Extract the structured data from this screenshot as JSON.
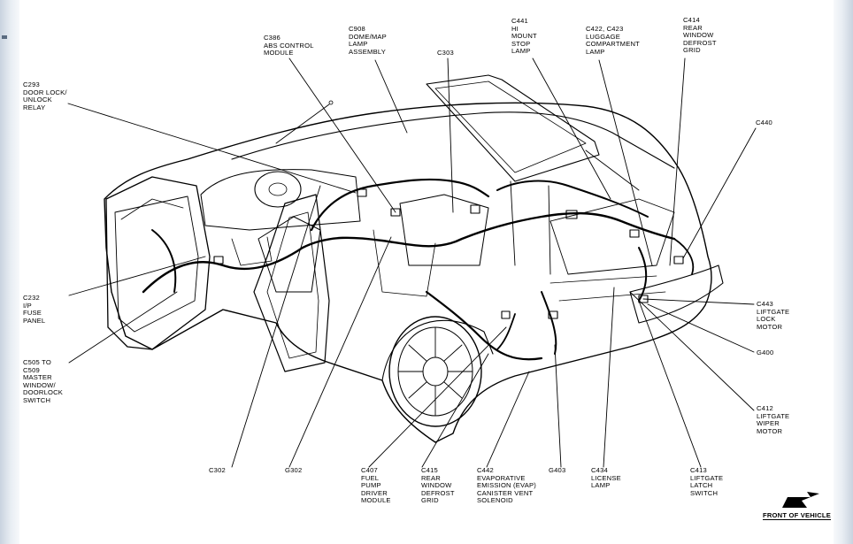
{
  "labels": {
    "c293": [
      "C293",
      "DOOR LOCK/",
      "UNLOCK",
      "RELAY"
    ],
    "c386": [
      "C386",
      "ABS CONTROL",
      "MODULE"
    ],
    "c908": [
      "C908",
      "DOME/MAP",
      "LAMP",
      "ASSEMBLY"
    ],
    "c303": [
      "C303"
    ],
    "c441": [
      "C441",
      "HI",
      "MOUNT",
      "STOP",
      "LAMP"
    ],
    "c422": [
      "C422, C423",
      "LUGGAGE",
      "COMPARTMENT",
      "LAMP"
    ],
    "c414": [
      "C414",
      "REAR",
      "WINDOW",
      "DEFROST",
      "GRID"
    ],
    "c440": [
      "C440"
    ],
    "c232": [
      "C232",
      "I/P",
      "FUSE",
      "PANEL"
    ],
    "c505": [
      "C505 TO",
      "C509",
      "MASTER",
      "WINDOW/",
      "DOORLOCK",
      "SWITCH"
    ],
    "c443": [
      "C443",
      "LIFTGATE",
      "LOCK",
      "MOTOR"
    ],
    "g400": [
      "G400"
    ],
    "c412": [
      "C412",
      "LIFTGATE",
      "WIPER",
      "MOTOR"
    ],
    "c302": [
      "C302"
    ],
    "g302": [
      "G302"
    ],
    "c407": [
      "C407",
      "FUEL",
      "PUMP",
      "DRIVER",
      "MODULE"
    ],
    "c415": [
      "C415",
      "REAR",
      "WINDOW",
      "DEFROST",
      "GRID"
    ],
    "c442": [
      "C442",
      "EVAPORATIVE",
      "EMISSION (EVAP)",
      "CANISTER VENT",
      "SOLENOID"
    ],
    "g403": [
      "G403"
    ],
    "c434": [
      "C434",
      "LICENSE",
      "LAMP"
    ],
    "c413": [
      "C413",
      "LIFTGATE",
      "LATCH",
      "SWITCH"
    ]
  },
  "front_of_vehicle": "FRONT OF VEHICLE"
}
